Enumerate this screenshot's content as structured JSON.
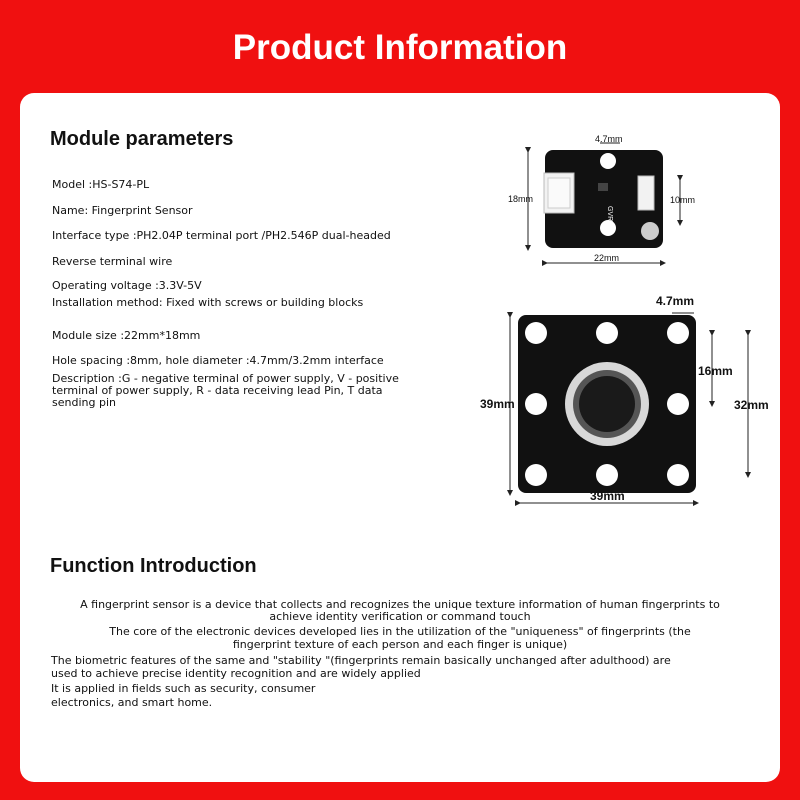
{
  "header": {
    "title": "Product Information"
  },
  "module": {
    "heading": "Module parameters",
    "params": [
      "Model :HS-S74-PL",
      "Name: Fingerprint Sensor",
      "Interface type :PH2.04P terminal port /PH2.546P dual-headed",
      "Reverse terminal wire",
      "Operating voltage :3.3V-5V",
      "Installation method: Fixed with screws or building blocks",
      "Module size :22mm*18mm",
      "Hole spacing :8mm, hole diameter :4.7mm/3.2mm interface",
      "Description :G - negative terminal of power supply, V - positive terminal of power supply, R - data receiving lead Pin, T data sending pin"
    ]
  },
  "small_diagram": {
    "hole": "4.7mm",
    "height": "18mm",
    "width": "22mm",
    "connector": "10mm",
    "pins": "GVRT"
  },
  "large_diagram": {
    "hole": "4.7mm",
    "spacing": "16mm",
    "height": "39mm",
    "width": "39mm",
    "span": "32mm"
  },
  "function": {
    "heading": "Function Introduction",
    "lines": [
      "A fingerprint sensor is a device that collects and recognizes the unique texture information of human fingerprints to",
      "achieve identity verification or command touch",
      "The core of the electronic devices developed lies in the utilization of the \"uniqueness\" of fingerprints (the",
      "fingerprint texture of each person and each finger is unique)",
      "The biometric features of the same and \"stability \"(fingerprints remain basically unchanged after adulthood) are",
      "used to achieve precise identity recognition and are widely applied",
      "It is applied in fields such as security, consumer",
      "electronics, and smart home."
    ]
  }
}
